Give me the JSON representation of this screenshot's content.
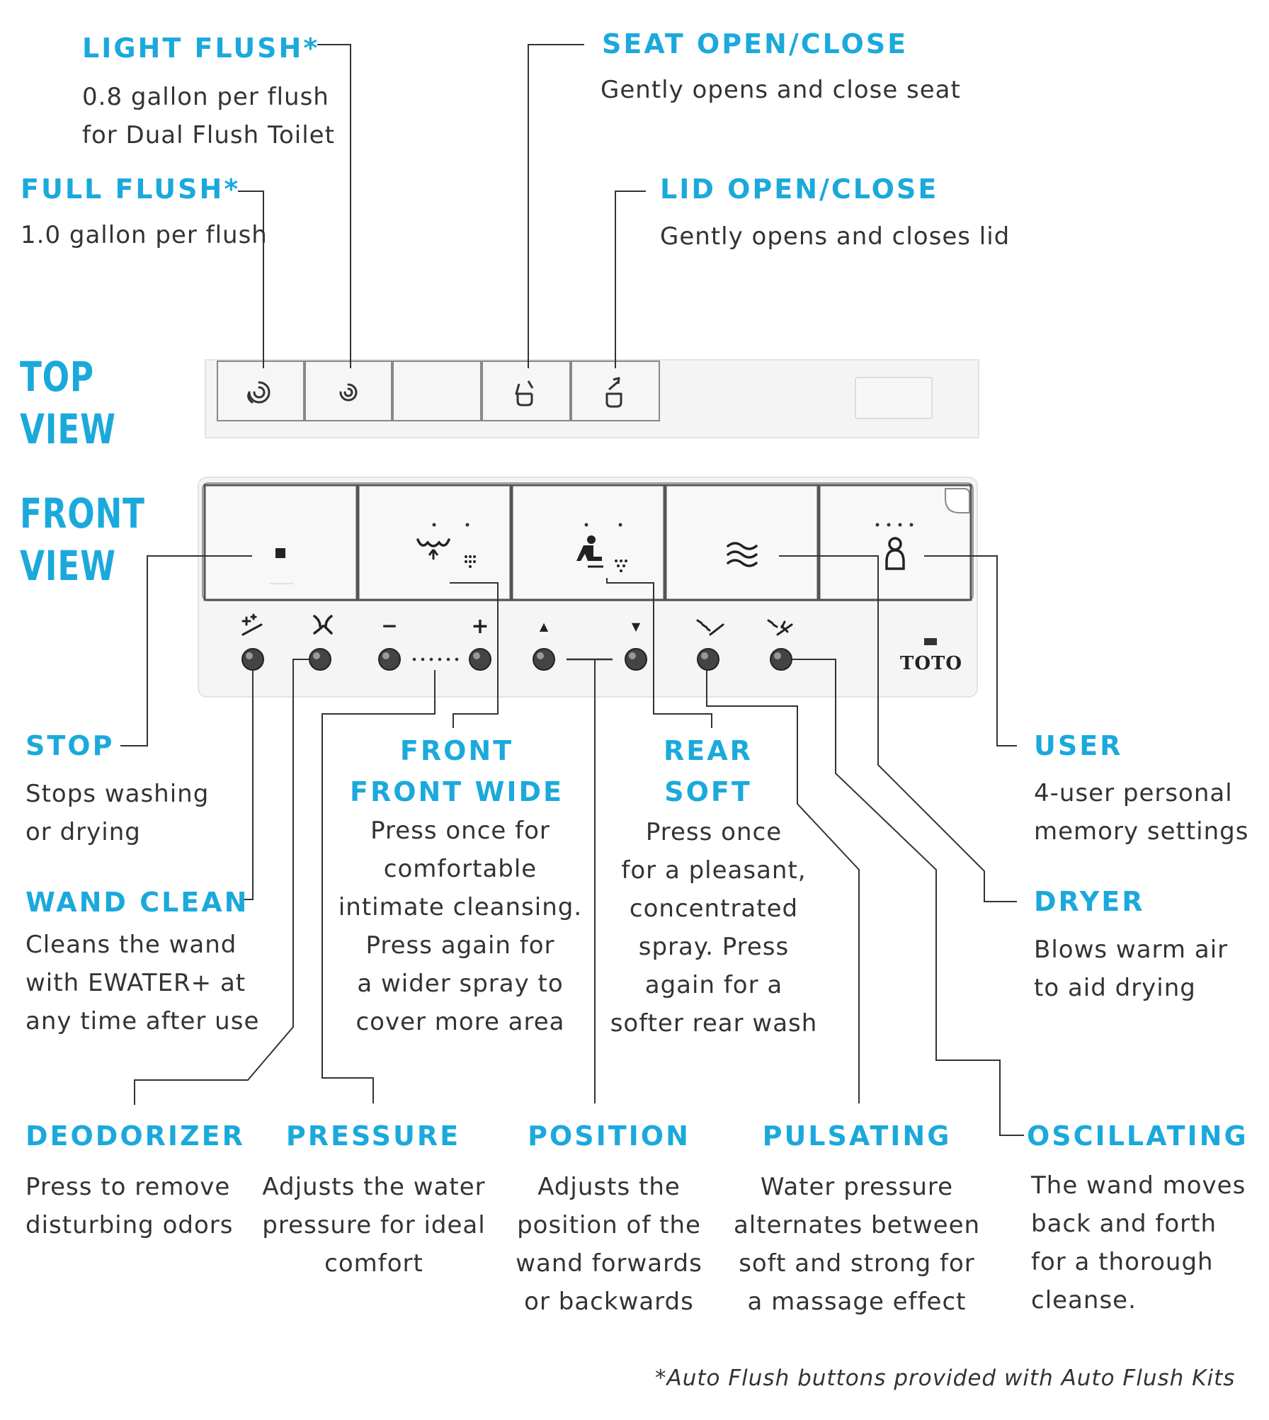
{
  "views": {
    "top": "TOP\nVIEW",
    "front": "FRONT\nVIEW"
  },
  "colors": {
    "accent": "#1ba9dc",
    "text": "#333333",
    "line": "#333333",
    "panel": "#f4f4f4"
  },
  "brand": "TOTO",
  "footnote": "*Auto Flush buttons provided with Auto Flush Kits",
  "top_labels": {
    "light_flush": {
      "title": "LIGHT FLUSH*",
      "desc": "0.8 gallon per flush\nfor Dual Flush Toilet"
    },
    "full_flush": {
      "title": "FULL FLUSH*",
      "desc": "1.0 gallon per flush"
    },
    "seat": {
      "title": "SEAT OPEN/CLOSE",
      "desc": "Gently opens and close seat"
    },
    "lid": {
      "title": "LID OPEN/CLOSE",
      "desc": "Gently opens and closes lid"
    }
  },
  "front_labels": {
    "stop": {
      "title": "STOP",
      "desc": "Stops washing\nor drying"
    },
    "wand_clean": {
      "title": "WAND CLEAN",
      "desc": "Cleans the wand\nwith EWATER+ at\nany time after use"
    },
    "front": {
      "title": "FRONT\nFRONT WIDE",
      "desc": "Press once for\ncomfortable\nintimate cleansing.\nPress again for\na wider spray to\ncover more area"
    },
    "rear": {
      "title": "REAR\nSOFT",
      "desc": "Press once\nfor a pleasant,\nconcentrated\nspray. Press\nagain for a\nsofter rear wash"
    },
    "user": {
      "title": "USER",
      "desc": "4-user personal\nmemory settings"
    },
    "dryer": {
      "title": "DRYER",
      "desc": "Blows warm air\nto aid drying"
    },
    "deodorizer": {
      "title": "DEODORIZER",
      "desc": "Press to remove\ndisturbing odors"
    },
    "pressure": {
      "title": "PRESSURE",
      "desc": "Adjusts the water\npressure for ideal\ncomfort"
    },
    "position": {
      "title": "POSITION",
      "desc": "Adjusts the\nposition of the\nwand forwards\nor backwards"
    },
    "pulsating": {
      "title": "PULSATING",
      "desc": "Water pressure\nalternates between\nsoft and strong for\na massage effect"
    },
    "oscillating": {
      "title": "OSCILLATING",
      "desc": "The wand moves\nback and forth\nfor a thorough\ncleanse."
    }
  },
  "buttons": {
    "top": [
      "full-flush-icon",
      "light-flush-icon",
      "blank",
      "seat-open-close-icon",
      "lid-open-close-icon"
    ],
    "front_large": [
      "stop-icon",
      "front-wash-icon",
      "rear-wash-icon",
      "dryer-icon",
      "user-icon"
    ],
    "front_small": [
      "wand-clean-icon",
      "deodorizer-icon",
      "pressure-minus",
      "pressure-plus",
      "position-up",
      "position-down",
      "pulsating-icon",
      "oscillating-icon"
    ],
    "pressure_minus": "−",
    "pressure_plus": "+",
    "position_up": "▲",
    "position_down": "▼"
  }
}
